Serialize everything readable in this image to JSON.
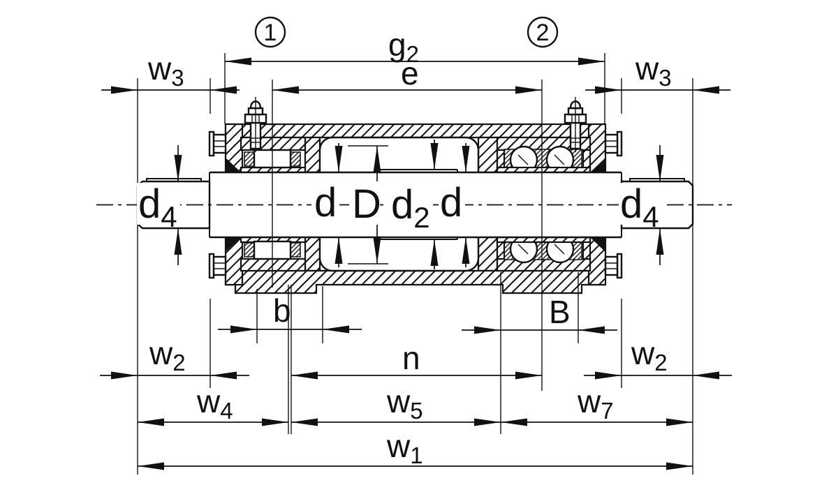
{
  "callouts": [
    {
      "label": "1"
    },
    {
      "label": "2"
    }
  ],
  "dims": {
    "g2": {
      "base": "g",
      "sub": "2"
    },
    "e": {
      "base": "e",
      "sub": ""
    },
    "w3l": {
      "base": "w",
      "sub": "3"
    },
    "w3r": {
      "base": "w",
      "sub": "3"
    },
    "d4l": {
      "base": "d",
      "sub": "4"
    },
    "d4r": {
      "base": "d",
      "sub": "4"
    },
    "dl": {
      "base": "d",
      "sub": ""
    },
    "D": {
      "base": "D",
      "sub": ""
    },
    "d2": {
      "base": "d",
      "sub": "2"
    },
    "dr": {
      "base": "d",
      "sub": ""
    },
    "b": {
      "base": "b",
      "sub": ""
    },
    "B": {
      "base": "B",
      "sub": ""
    },
    "w2l": {
      "base": "w",
      "sub": "2"
    },
    "n": {
      "base": "n",
      "sub": ""
    },
    "w2r": {
      "base": "w",
      "sub": "2"
    },
    "w4": {
      "base": "w",
      "sub": "4"
    },
    "w5": {
      "base": "w",
      "sub": "5"
    },
    "w7": {
      "base": "w",
      "sub": "7"
    },
    "w1": {
      "base": "w",
      "sub": "1"
    }
  },
  "colors": {
    "line": "#111111",
    "background": "#ffffff"
  }
}
